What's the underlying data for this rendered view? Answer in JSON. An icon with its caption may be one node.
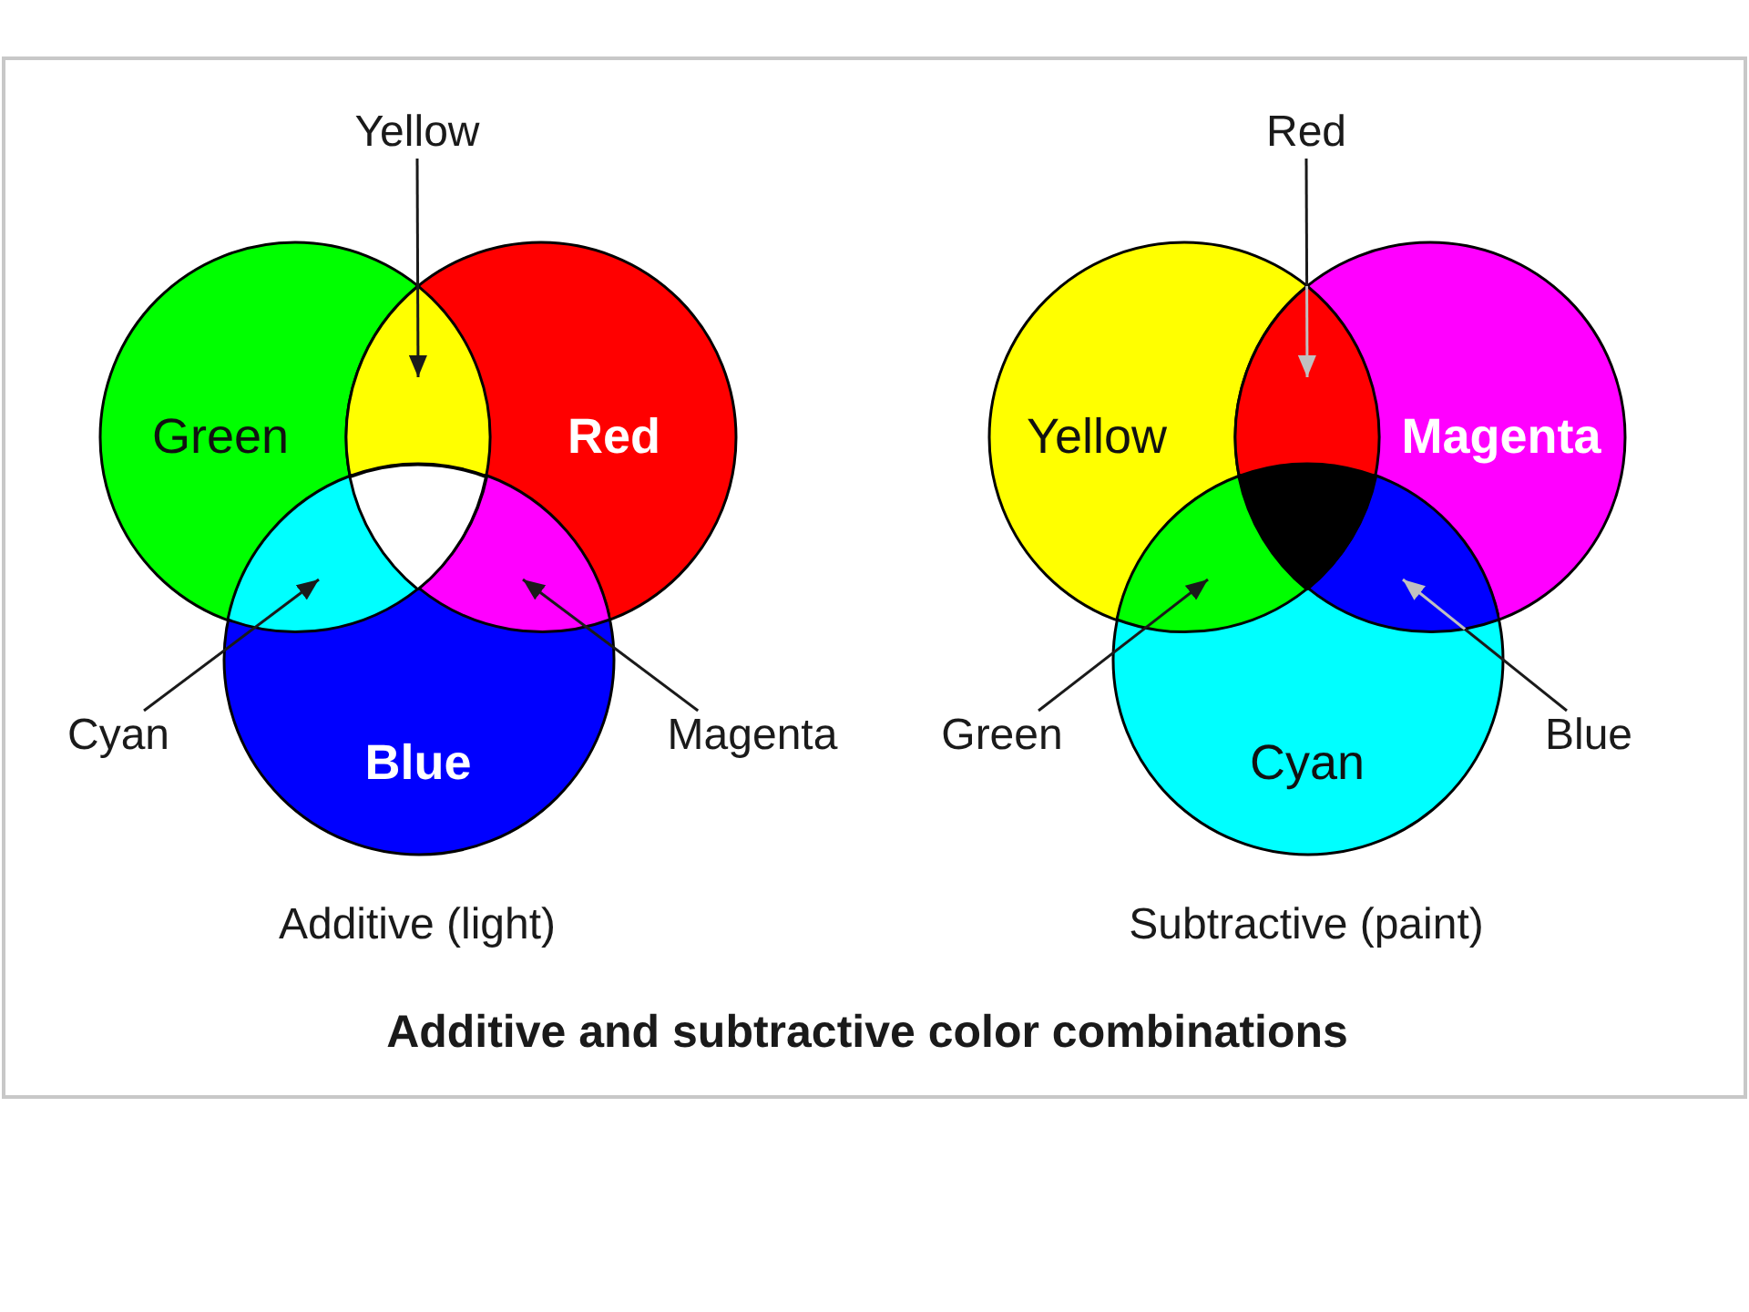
{
  "diagram": {
    "caption": "Additive and subtractive color combinations",
    "nodes": [
      {
        "text": [
          "Yellow"
        ]
      },
      {
        "text": [
          "Green"
        ]
      },
      {
        "text": [
          "Red"
        ]
      },
      {
        "text": [],
        "shape": "lens"
      },
      {
        "text": [
          "Blue"
        ]
      },
      {
        "text": [],
        "shape": "lens"
      },
      {
        "text": [],
        "shape": "triangle"
      },
      {
        "text": [],
        "shape": "lens"
      },
      {
        "text": [
          "Cyan"
        ]
      },
      {
        "text": [
          "Magenta"
        ]
      },
      {
        "text": [
          "Red"
        ]
      },
      {
        "text": [
          "Yellow"
        ]
      },
      {
        "text": [
          "Magenta"
        ]
      },
      {
        "text": [],
        "shape": "lens"
      },
      {
        "text": [
          "Cyan"
        ]
      },
      {
        "text": [],
        "shape": "lens"
      },
      {
        "text": [],
        "shape": "triangle"
      },
      {
        "text": [],
        "shape": "lens"
      },
      {
        "text": [
          "Green"
        ]
      },
      {
        "text": [
          "Blue"
        ]
      }
    ],
    "edges": [
      {
        "from": 0,
        "to": 3,
        "arrow": "to"
      },
      {
        "from": 8,
        "to": 5,
        "arrow": "to"
      },
      {
        "from": 9,
        "to": 7,
        "arrow": "to"
      },
      {
        "from": 10,
        "to": 13,
        "arrow": "to",
        "color": "#c0c0c0"
      },
      {
        "from": 18,
        "to": 15,
        "arrow": "to"
      },
      {
        "from": 19,
        "to": 17,
        "arrow": "to",
        "color": "#c0c0c0"
      }
    ],
    "labels": [
      "Additive (light)",
      "Subtractive (paint)"
    ]
  }
}
